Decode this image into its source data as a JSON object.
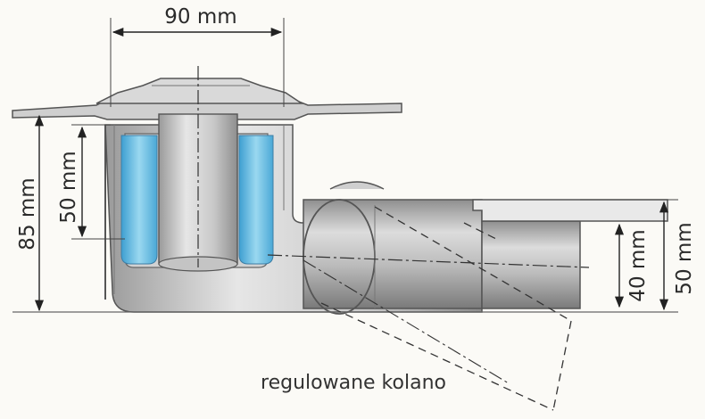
{
  "dimensions": {
    "top_width": "90 mm",
    "total_height": "85 mm",
    "water_seal": "50 mm",
    "outlet_inner": "40 mm",
    "outlet_outer": "50 mm"
  },
  "caption": "regulowane kolano",
  "colors": {
    "metal_light": "#e8e8e8",
    "metal_mid": "#bdbdbd",
    "metal_dark": "#8a8a8a",
    "water": "#6cc0e6",
    "outline": "#4a4a4a"
  }
}
